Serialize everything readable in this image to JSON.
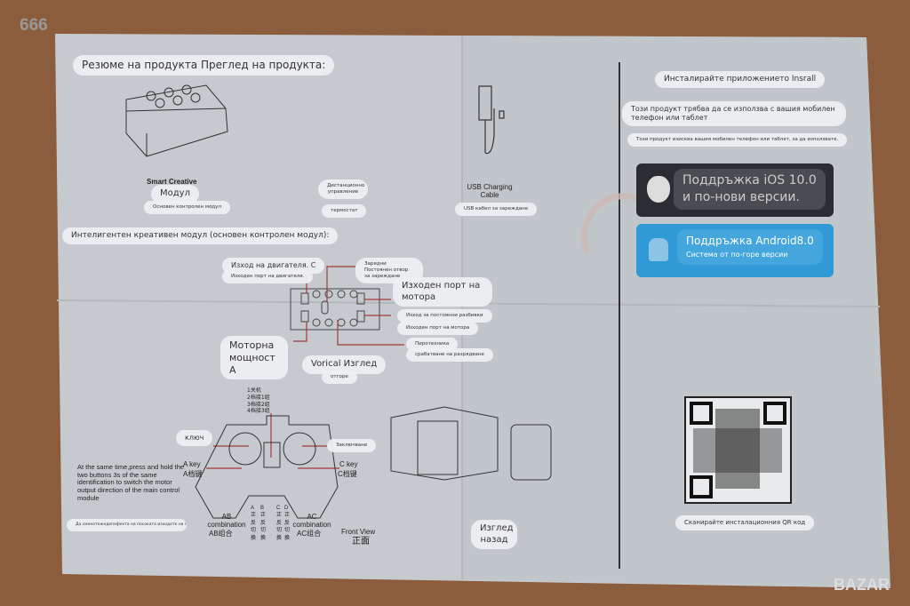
{
  "badge": "666",
  "watermark": "BAZAR",
  "left_panel": {
    "title": "Резюме на продукта Преглед на продукта:",
    "module_caption_en": "Smart Creative",
    "module_label": "Модул",
    "module_sub": "Основен контролен модул",
    "remote_label": "Дистанционно управление",
    "remote_sub": "термостат",
    "intelligent_module": "Интелигентен креативен модул (основен контролен модул):",
    "motor_out_c": "Изход на двигателя. C",
    "motor_out_c_sub": "Изходен порт на двигателя.",
    "charging_port": "Зарядни Постоянен отвор за зареждане",
    "output_port": "Изходен порт на мотора",
    "small_label_1": "Изход за постоянни разбивки",
    "small_label_2": "Изходен порт на мотора",
    "pyro": "Пиротехника",
    "pyro_sub": "срабатване на разрядване",
    "motor_power": "Моторна мощност A",
    "vertical_view": "Vorical Изглед",
    "vertical_sub": "отгоре",
    "controller_top": [
      "1关机",
      "2档接1组",
      "3档接2组",
      "4档接3组"
    ],
    "key_left": "ключ",
    "key_right": "Заключване",
    "a_key": "A key",
    "a_key_cn": "A档键",
    "c_key": "C key",
    "c_key_cn": "C档键",
    "instructions": "At the same time,press and hold the two buttons 3s of the same identification to switch the motor output direction of the main control module",
    "instructions_translation": "Да сменотежедепефекта на посоката изходоте на главния управляващ модул",
    "ab_combo": "AB combination",
    "ab_combo_cn": "AB组合",
    "ac_combo": "AC combination",
    "ac_combo_cn": "AC组合",
    "abcd_cols": [
      "A 正 反 切 换",
      "B 正 反 切 换",
      "C 正 反 切 换",
      "D 正 反 切 换"
    ],
    "front_view": "Front View",
    "front_view_cn": "正面"
  },
  "middle_panel": {
    "usb_caption": "USB Charging Cable",
    "usb_sub": "USB кабел за зареждане",
    "rear_view": "Изглед назад"
  },
  "right_panel": {
    "install_title": "Инсталирайте приложението Insrall",
    "use_with_phone": "Този продукт трябва да се използва с вашия мобилен телефон или таблет",
    "requires_phone": "Този продукт изисква вашия мобилен телефон или таблет, за да използвате.",
    "ios_line1": "Поддръжка iOS 10.0",
    "ios_line2": "и по-нови версии.",
    "android_line1": "Поддръжка Android8.0",
    "android_line2": "Система от по-горе версии",
    "qr_caption": "Сканирайте инсталационния QR код"
  },
  "colors": {
    "wood": "#8c5d3c",
    "paper": "#c9cdd1",
    "ios": "#2b2d33",
    "android": "#2f9ad6",
    "leader": "#a33a3a"
  }
}
